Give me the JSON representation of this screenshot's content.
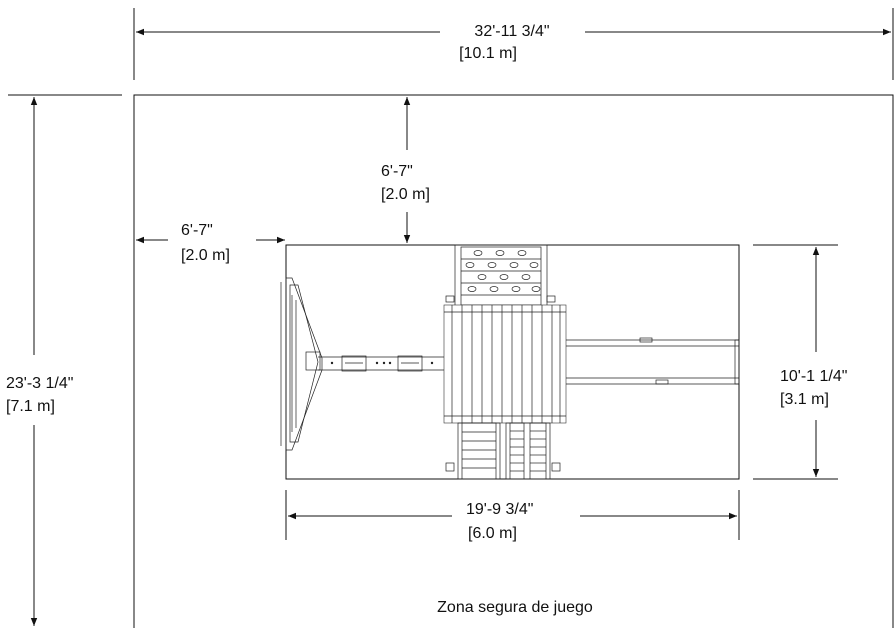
{
  "dimensions": {
    "overall_width": {
      "imperial": "32'-11 3/4\"",
      "metric": "[10.1 m]"
    },
    "overall_depth": {
      "imperial": "23'-3 1/4\"",
      "metric": "[7.1 m]"
    },
    "top_clearance": {
      "imperial": "6'-7\"",
      "metric": "[2.0 m]"
    },
    "left_clearance": {
      "imperial": "6'-7\"",
      "metric": "[2.0 m]"
    },
    "unit_depth": {
      "imperial": "10'-1 1/4\"",
      "metric": "[3.1 m]"
    },
    "unit_width": {
      "imperial": "19'-9 3/4\"",
      "metric": "[6.0 m]"
    }
  },
  "safe_zone_label": "Zona segura de juego",
  "colors": {
    "line": "#111111",
    "background": "#ffffff"
  }
}
